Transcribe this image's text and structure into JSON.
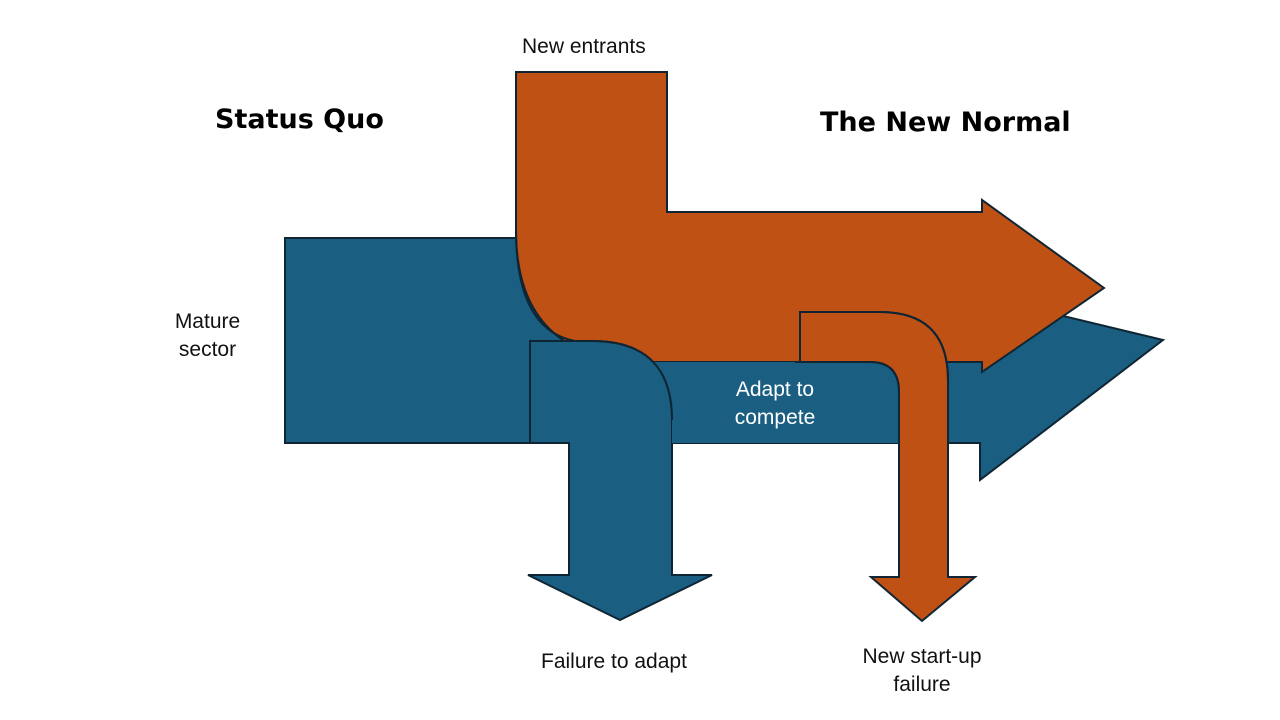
{
  "diagram": {
    "titles": {
      "left": "Status Quo",
      "right": "The New Normal"
    },
    "labels": {
      "new_entrants": "New entrants",
      "mature_sector_line1": "Mature",
      "mature_sector_line2": "sector",
      "adapt_line1": "Adapt to",
      "adapt_line2": "compete",
      "failure_to_adapt": "Failure to adapt",
      "startup_failure_line1": "New start-up",
      "startup_failure_line2": "failure"
    },
    "colors": {
      "incumbent_flow": "#1A5F82",
      "new_entrant_flow": "#BF5115",
      "outline": "#0F2533",
      "text": "#111111",
      "text_on_flow": "#FFFFFF"
    },
    "flows": [
      {
        "from": "Mature sector",
        "to": "Adapt to compete",
        "color_key": "incumbent_flow"
      },
      {
        "from": "Mature sector",
        "to": "Failure to adapt",
        "color_key": "incumbent_flow"
      },
      {
        "from": "New entrants",
        "to": "The New Normal",
        "color_key": "new_entrant_flow"
      },
      {
        "from": "New entrants",
        "to": "New start-up failure",
        "color_key": "new_entrant_flow"
      }
    ]
  }
}
